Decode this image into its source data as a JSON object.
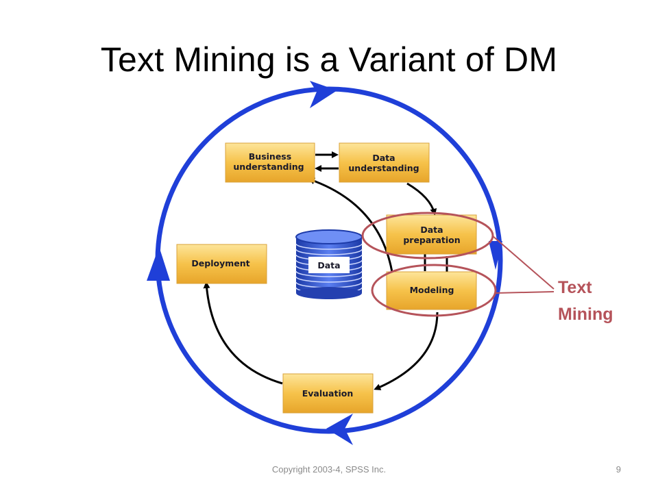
{
  "slide": {
    "title": "Text Mining is a Variant of DM",
    "footer": "Copyright 2003-4, SPSS Inc.",
    "page_number": "9"
  },
  "diagram": {
    "boxes": {
      "business_understanding": [
        "Business",
        "understanding"
      ],
      "data_understanding": [
        "Data",
        "understanding"
      ],
      "data_preparation": [
        "Data",
        "preparation"
      ],
      "modeling": [
        "Modeling"
      ],
      "evaluation": [
        "Evaluation"
      ],
      "deployment": [
        "Deployment"
      ]
    },
    "data_store": "Data",
    "text_mining_label": [
      "Text",
      "Mining"
    ]
  },
  "colors": {
    "outer_cycle": "#1f3fd8",
    "box_fill": "#f6c24a",
    "highlight": "#b5535a",
    "data_cylinder": "#2e4fc9"
  }
}
